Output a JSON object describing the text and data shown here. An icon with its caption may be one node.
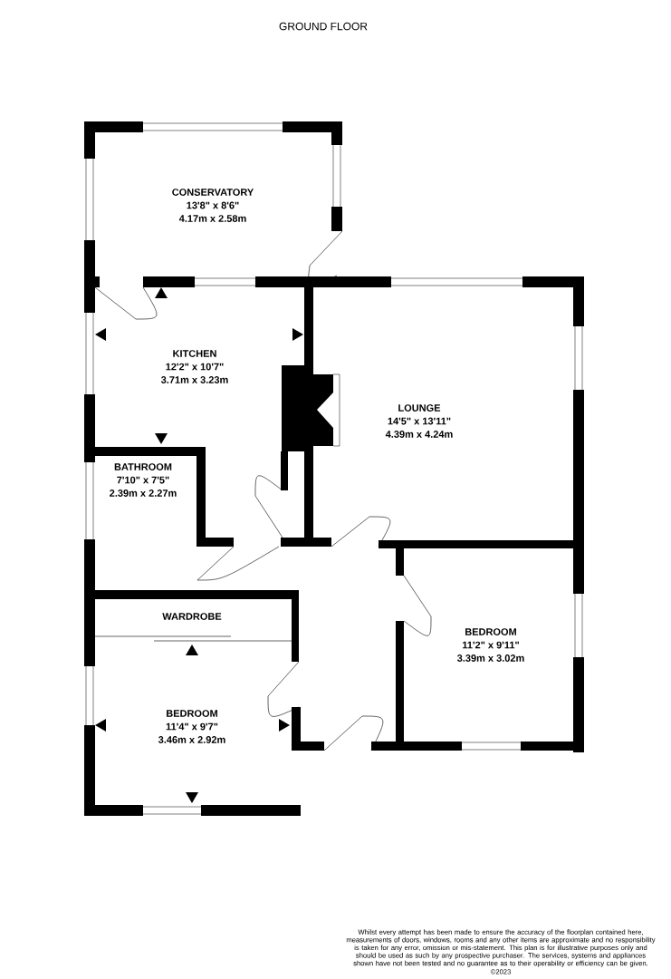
{
  "diagram": {
    "title": "GROUND FLOOR",
    "labels": [
      "CONSERVATORY",
      "13'8\" x 8'6\"",
      "4.17m x 2.58m",
      "KITCHEN",
      "12'2\" x 10'7\"",
      "3.71m x 3.23m",
      "LOUNGE",
      "14'5\" x 13'11\"",
      "4.39m x 4.24m",
      "BATHROOM",
      "7'10\" x 7'5\"",
      "2.39m x 2.27m",
      "WARDROBE",
      "BEDROOM",
      "11'2\" x 9'11\"",
      "3.39m x 3.02m",
      "BEDROOM",
      "11'4\" x 9'7\"",
      "3.46m x 2.92m",
      "Whilst every attempt has been made to ensure the accuracy of the floorplan contained here, measurements of doors, windows, rooms and any other items are approximate and no responsibility is taken for any error, omission or mis-statement. This plan is for illustrative purposes only and should be used as such by any prospective purchaser. The services, systems and appliances shown have not been tested and no guarantee as to their operability or efficiency can be given.",
      "©2023"
    ]
  }
}
